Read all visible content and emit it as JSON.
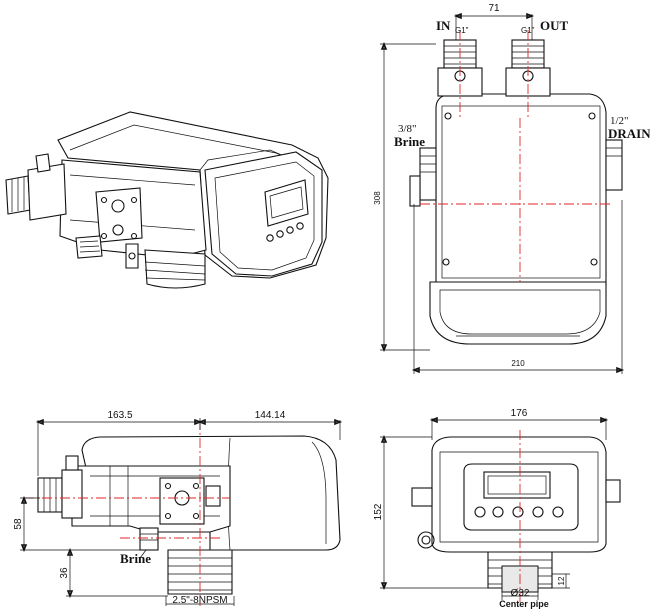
{
  "top_view": {
    "dim_ports": "71",
    "in_label": "IN",
    "out_label": "OUT",
    "in_thread": "G1\"",
    "out_thread": "G1\"",
    "brine_size": "3/8\"",
    "brine_label": "Brine",
    "drain_size": "1/2\"",
    "drain_label": "DRAIN",
    "dim_height": "308",
    "dim_width": "210"
  },
  "side_view": {
    "dim_left": "163.5",
    "dim_right": "144.14",
    "dim_58": "58",
    "dim_36": "36",
    "brine_label": "Brine",
    "thread_label": "2.5\"-8NPSM"
  },
  "front_view": {
    "dim_width": "176",
    "dim_height": "152",
    "dim_12": "12",
    "diameter_label": "Ø32",
    "center_pipe_label": "Center pipe"
  }
}
